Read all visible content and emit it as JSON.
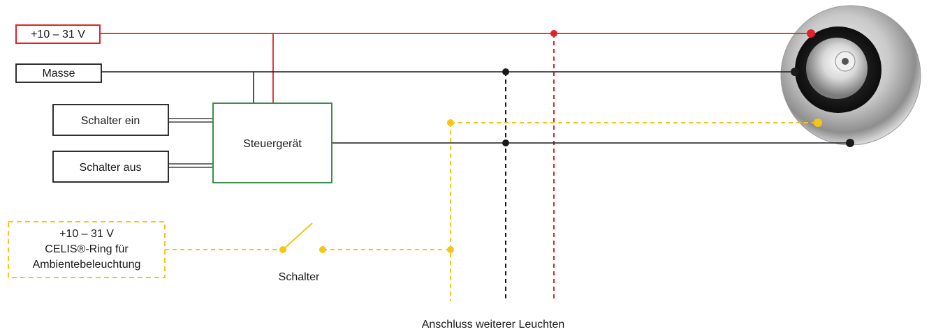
{
  "colors": {
    "supply": "#e3202a",
    "ground": "#1a1a1a",
    "ambient": "#f5c518",
    "controller_border": "#3d8b4a"
  },
  "labels": {
    "supply": "+10 – 31 V",
    "ground": "Masse",
    "switch_on": "Schalter ein",
    "switch_off": "Schalter aus",
    "controller": "Steuergerät",
    "ambient_line1": "+10 – 31 V",
    "ambient_line2": "CELIS®-Ring für",
    "ambient_line3": "Ambientebeleuchtung",
    "switch": "Schalter",
    "more_lights": "Anschluss weiterer Leuchten"
  }
}
